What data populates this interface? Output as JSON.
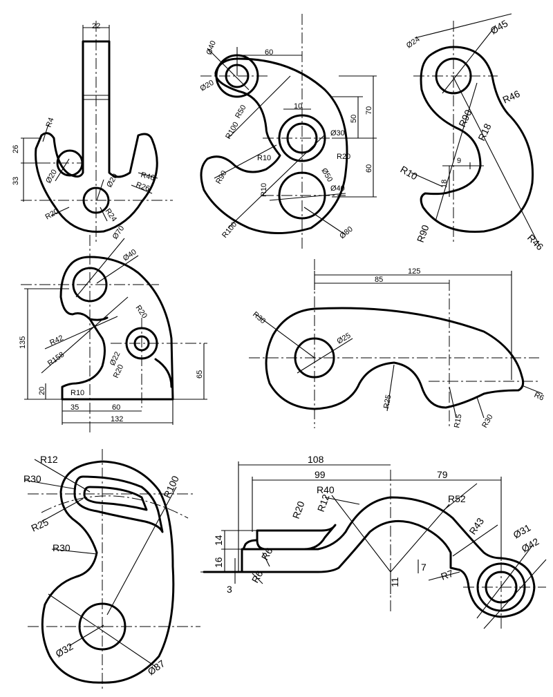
{
  "drawings": {
    "d1": {
      "labels": [
        "22",
        "R4",
        "26",
        "33",
        "Ø20",
        "Ø20",
        "R46",
        "R26",
        "R20",
        "R24"
      ]
    },
    "d2": {
      "labels": [
        "Ø40",
        "60",
        "Ø20",
        "R50",
        "10",
        "50",
        "70",
        "R100",
        "Ø30",
        "R10",
        "R20",
        "60",
        "R90",
        "Ø50",
        "R10",
        "Ø40",
        "R100",
        "Ø80"
      ]
    },
    "d3": {
      "labels": [
        "Ø24",
        "Ø45",
        "R46",
        "R90",
        "R18",
        "9",
        "R10",
        "18",
        "R90",
        "R46"
      ]
    },
    "d4": {
      "labels": [
        "Ø70",
        "Ø40",
        "135",
        "R20",
        "R42",
        "R158",
        "Ø22",
        "R20",
        "65",
        "20",
        "R10",
        "35",
        "60",
        "132"
      ]
    },
    "d5": {
      "labels": [
        "125",
        "85",
        "R30",
        "Ø25",
        "R25",
        "R6",
        "R15",
        "R30"
      ]
    },
    "d6": {
      "labels": [
        "R12",
        "R30",
        "R25",
        "R100",
        "R30",
        "Ø32",
        "Ø87"
      ]
    },
    "d7": {
      "labels": [
        "108",
        "99",
        "79",
        "R40",
        "R52",
        "R20",
        "R12",
        "R43",
        "Ø31",
        "Ø42",
        "14",
        "R6",
        "16",
        "R6",
        "3",
        "11",
        "7",
        "R7"
      ]
    }
  }
}
